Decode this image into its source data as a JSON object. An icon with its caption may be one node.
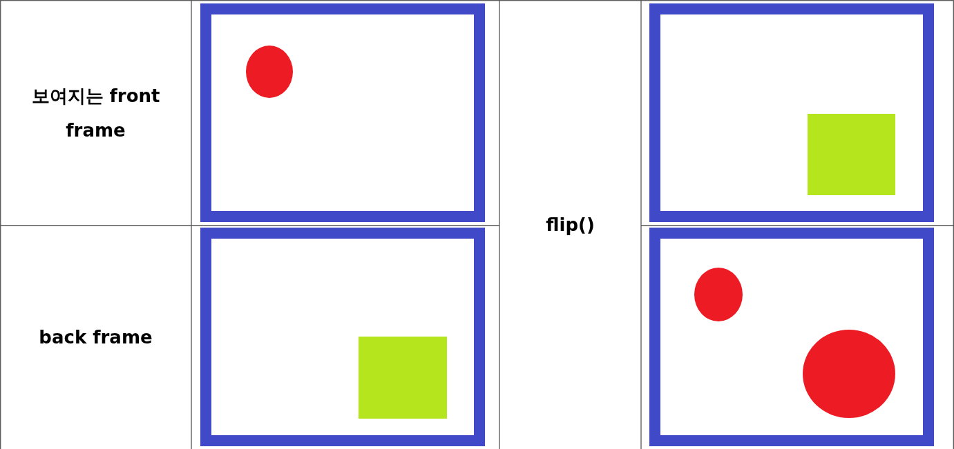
{
  "diagram": {
    "labels": [
      "보여지는 front frame",
      "flip()",
      "back frame"
    ]
  }
}
